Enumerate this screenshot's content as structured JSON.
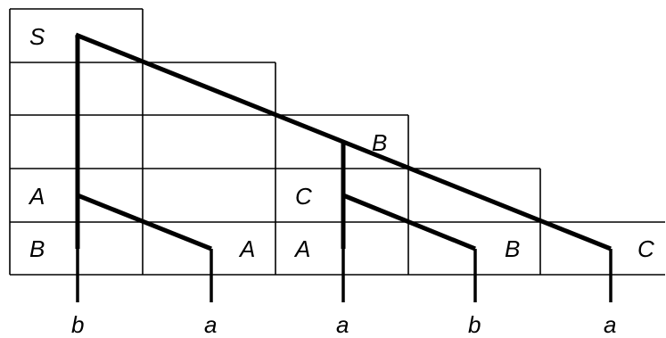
{
  "cells": [
    {
      "label": "S"
    },
    {
      "label": "B"
    },
    {
      "label": "A"
    },
    {
      "label": "C"
    },
    {
      "label": "B"
    },
    {
      "label": "A"
    },
    {
      "label": "A"
    },
    {
      "label": "B"
    },
    {
      "label": "C"
    }
  ],
  "tokens": [
    {
      "label": "b"
    },
    {
      "label": "a"
    },
    {
      "label": "a"
    },
    {
      "label": "b"
    },
    {
      "label": "a"
    }
  ],
  "colors": {
    "line": "#000000",
    "background": "#ffffff"
  }
}
